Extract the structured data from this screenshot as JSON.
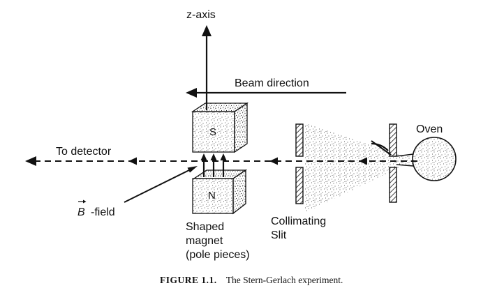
{
  "labels": {
    "z_axis": "z-axis",
    "beam_direction": "Beam direction",
    "to_detector": "To detector",
    "oven": "Oven",
    "b_field_symbol": "B",
    "b_field_suffix": "-field",
    "shaped_magnet": [
      "Shaped",
      "magnet",
      "(pole pieces)"
    ],
    "collimating_slit": [
      "Collimating",
      "Slit"
    ]
  },
  "magnet": {
    "south_pole": "S",
    "north_pole": "N"
  },
  "caption": {
    "figure_number": "FIGURE 1.1.",
    "text": "The Stern-Gerlach experiment."
  },
  "colors": {
    "ink": "#111111",
    "speckle": "#222222",
    "background": "#ffffff"
  }
}
